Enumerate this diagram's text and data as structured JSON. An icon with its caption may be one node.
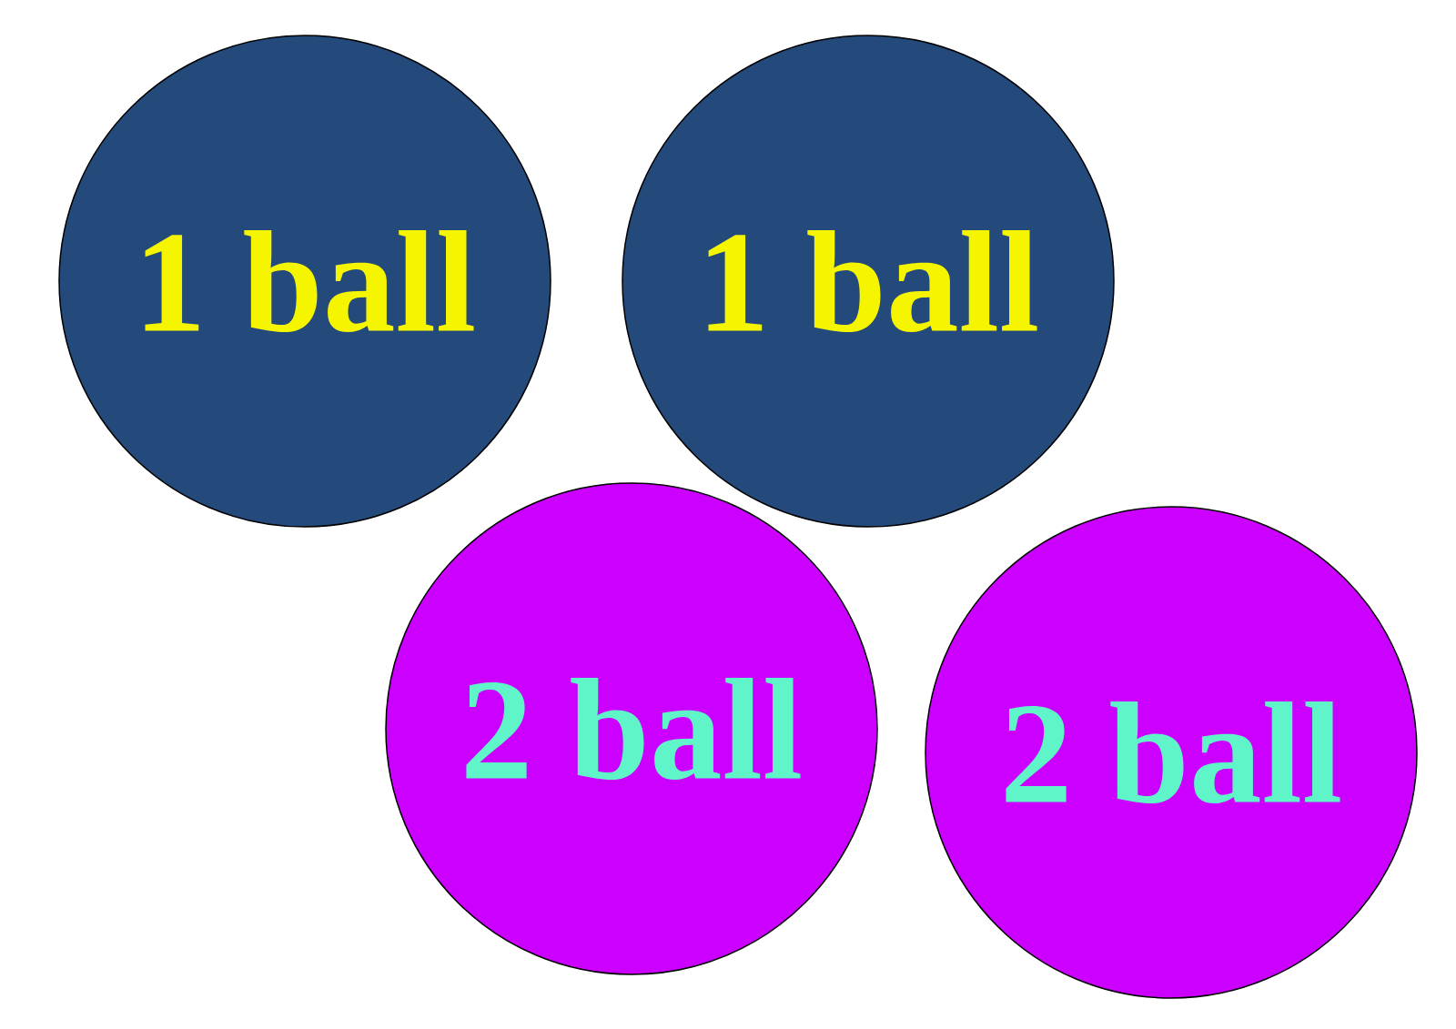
{
  "diagram": {
    "nodes": [
      {
        "text": [
          "1 ball"
        ]
      },
      {
        "text": [
          "1 ball"
        ]
      },
      {
        "text": [
          "2 ball"
        ]
      },
      {
        "text": [
          "2 ball"
        ]
      }
    ]
  }
}
